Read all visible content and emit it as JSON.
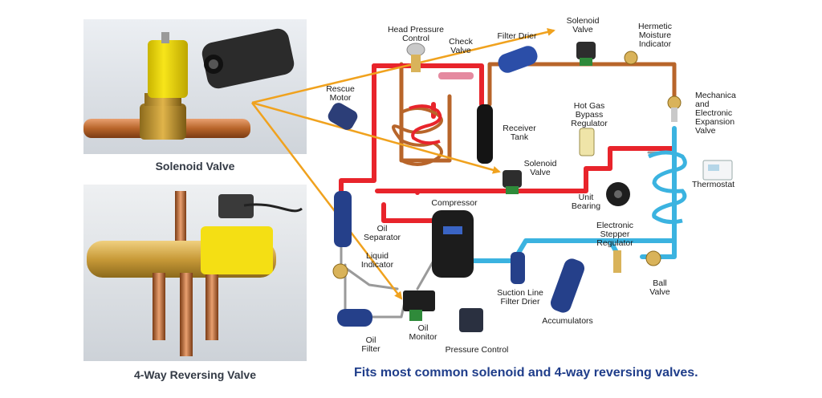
{
  "photos": {
    "solenoid_caption": "Solenoid Valve",
    "reversing_caption": "4-Way Reversing Valve"
  },
  "tagline": "Fits most common solenoid and 4-way reversing valves.",
  "labels": {
    "head_pressure_control": [
      "Head Pressure",
      "Control"
    ],
    "check_valve": [
      "Check",
      "Valve"
    ],
    "filter_drier": [
      "Filter Drier"
    ],
    "solenoid_valve_top": [
      "Solenoid",
      "Valve"
    ],
    "hermetic_moisture_indicator": [
      "Hermetic",
      "Moisture",
      "Indicator"
    ],
    "rescue_motor": [
      "Rescue",
      "Motor"
    ],
    "mechanical_expansion_valve": [
      "Mechanica",
      "and",
      "Electronic",
      "Expansion",
      "Valve"
    ],
    "hot_gas_bypass_regulator": [
      "Hot Gas",
      "Bypass",
      "Regulator"
    ],
    "receiver_tank": [
      "Receiver",
      "Tank"
    ],
    "solenoid_valve_mid": [
      "Solenoid",
      "Valve"
    ],
    "thermostat": [
      "Thermostat"
    ],
    "compressor": [
      "Compressor"
    ],
    "unit_bearing": [
      "Unit",
      "Bearing"
    ],
    "oil_separator": [
      "Oil",
      "Separator"
    ],
    "electronic_stepper_regulator": [
      "Electronic",
      "Stepper",
      "Regulator"
    ],
    "liquid_indicator": [
      "Liquid",
      "Indicator"
    ],
    "suction_line_filter_drier": [
      "Suction Line",
      "Filter Drier"
    ],
    "ball_valve": [
      "Ball",
      "Valve"
    ],
    "accumulators": [
      "Accumulators"
    ],
    "oil_filter": [
      "Oil",
      "Filter"
    ],
    "oil_monitor": [
      "Oil",
      "Monitor"
    ],
    "pressure_control": [
      "Pressure Control"
    ]
  },
  "colors": {
    "hot_line": "#e8242b",
    "cold_line": "#3bb3e0",
    "copper_line": "#b8652a",
    "grey_line": "#9a9a9a",
    "arrow": "#f0a21e",
    "tagline": "#1f3d8a",
    "caption": "#333a45"
  }
}
